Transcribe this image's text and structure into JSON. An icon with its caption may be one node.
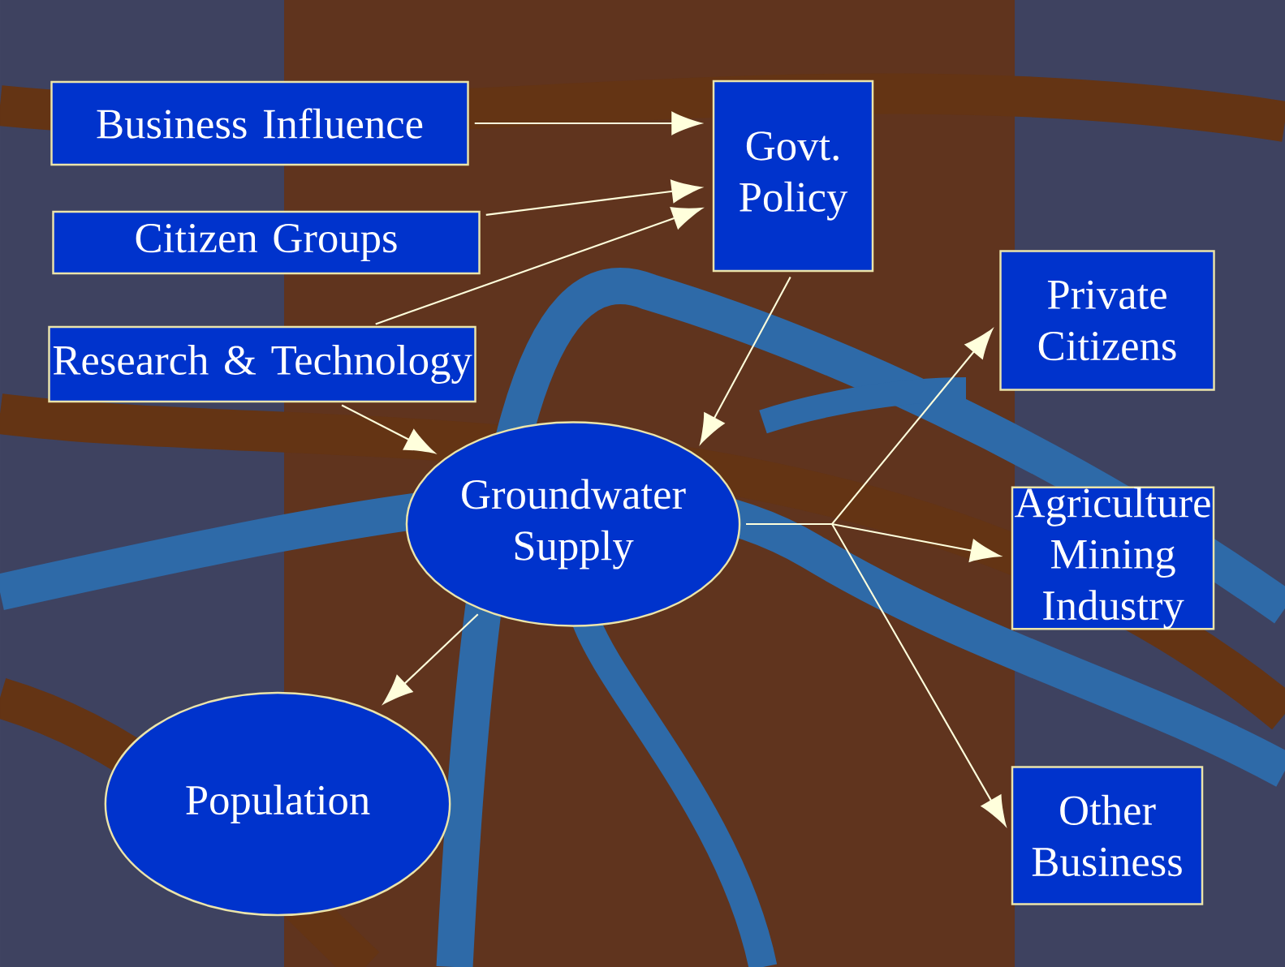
{
  "diagram": {
    "nodes": [
      {
        "text": [
          "Business Influence"
        ]
      },
      {
        "text": [
          "Citizen Groups"
        ]
      },
      {
        "text": [
          "Research & Technology"
        ]
      },
      {
        "text": [
          "Govt. Policy"
        ]
      },
      {
        "text": [
          "Private Citizens"
        ]
      },
      {
        "text": [
          "Agriculture Mining Industry"
        ]
      },
      {
        "text": [
          "Other Business"
        ]
      },
      {
        "text": [
          "Groundwater Supply"
        ]
      },
      {
        "text": [
          "Population"
        ]
      }
    ],
    "edges": [
      {
        "from": 0,
        "to": 3,
        "arrow": "to"
      },
      {
        "from": 1,
        "to": 3,
        "arrow": "to"
      },
      {
        "from": 2,
        "to": 3,
        "arrow": "to"
      },
      {
        "from": 2,
        "to": 7,
        "arrow": "to"
      },
      {
        "from": 3,
        "to": 7,
        "arrow": "to"
      },
      {
        "from": 7,
        "to": 8,
        "arrow": "to"
      },
      {
        "from": 7,
        "to": 4,
        "arrow": "to"
      },
      {
        "from": 7,
        "to": 5,
        "arrow": "to"
      },
      {
        "from": 7,
        "to": 6,
        "arrow": "to"
      }
    ]
  }
}
